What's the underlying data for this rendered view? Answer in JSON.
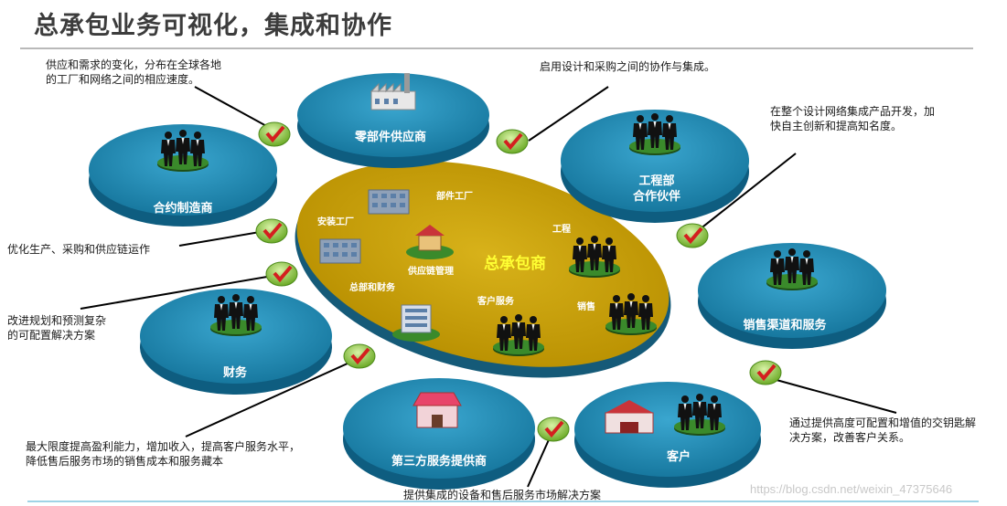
{
  "title": "总承包业务可视化，集成和协作",
  "hub": {
    "label": "总承包商",
    "sub_labels": {
      "assembly": "安装工厂",
      "parts_factory": "部件工厂",
      "supply_chain": "供应链管理",
      "hq_finance": "总部和财务",
      "engineering": "工程",
      "customer_service": "客户服务",
      "sales": "销售"
    }
  },
  "nodes": {
    "parts_supply": "零部件供应商",
    "contract_mfg": "合约制造商",
    "engineering_partner": "工程部\n合作伙伴",
    "sales_channel": "销售渠道和服务",
    "finance": "财务",
    "third_party": "第三方服务提供商",
    "customer": "客户"
  },
  "annotations": {
    "factory_speed": "供应和需求的变化，分布在全球各地\n的工厂和网络之间的相应速度。",
    "design_procurement": "启用设计和采购之间的协作与集成。",
    "innovation": "在整个设计网络集成产品开发，加\n快自主创新和提高知名度。",
    "optimize": "优化生产、采购和供应链运作",
    "planning": "改进规划和预测复杂\n的可配置解决方案",
    "profit": "最大限度提高盈利能力，增加收入，提高客户服务水平，\n降低售后服务市场的销售成本和服务藏本",
    "value_solution": "通过提供高度可配置和增值的交钥匙解\n决方案，改善客户关系。",
    "aftermarket": "提供集成的设备和售后服务市场解决方案"
  },
  "watermark": "https://blog.csdn.net/weixin_47375646",
  "colors": {
    "disc_top": "#1f8ab4",
    "disc_side": "#0e5d80",
    "hub_fill": "#c9a100",
    "hub_side": "#155a78",
    "hub_label": "#ffff33",
    "green_base": "#2f6e22",
    "check_green": "#8bc53f",
    "check_red": "#d41f1f"
  }
}
